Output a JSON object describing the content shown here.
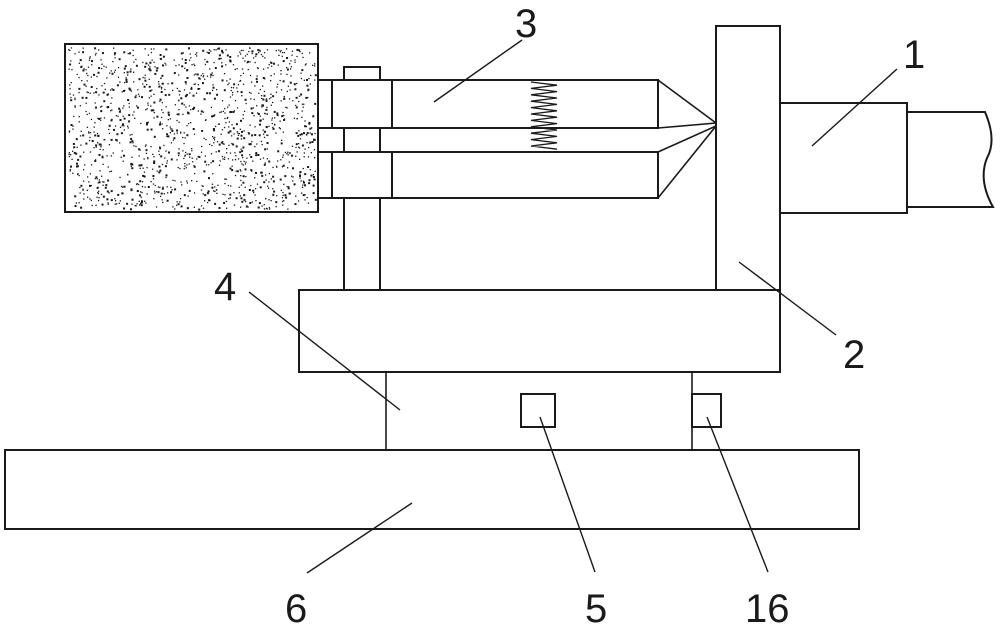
{
  "labels": {
    "l1": "1",
    "l2": "2",
    "l3": "3",
    "l4": "4",
    "l5": "5",
    "l6": "6",
    "l16": "16"
  },
  "colors": {
    "line": "#1a1a1a",
    "background": "#ffffff",
    "speckle": "#1a1a1a"
  }
}
